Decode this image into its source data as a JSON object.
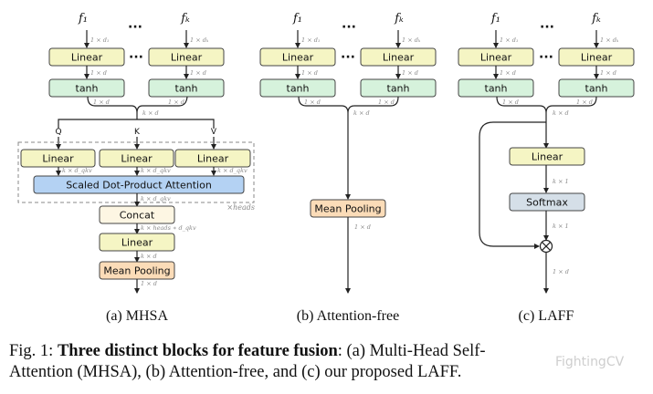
{
  "colors": {
    "linear_fill": "#f5f5c4",
    "tanh_fill": "#d6f2dc",
    "attention_fill": "#b4d2f3",
    "concat_fill": "#fdf6e3",
    "meanpool_fill": "#fbdcb8",
    "softmax_fill": "#d5dfe8",
    "stroke": "#444444"
  },
  "labels": {
    "f1": "f₁",
    "fk": "fₖ",
    "ellipsis": "···",
    "linear": "Linear",
    "tanh": "tanh",
    "attention": "Scaled Dot-Product Attention",
    "concat": "Concat",
    "mean_pooling": "Mean Pooling",
    "softmax": "Softmax",
    "q": "Q",
    "k": "K",
    "v": "V",
    "heads": "×heads"
  },
  "dims": {
    "d1": "1 × d₁",
    "dk": "1 × dₖ",
    "one_d": "1 × d",
    "k_d": "k × d",
    "k_dqkv": "k × d_qkv",
    "k_heads_dqkv": "k × heads ∗ d_qkv",
    "k_1": "k × 1"
  },
  "subcaptions": {
    "a": "(a)  MHSA",
    "b": "(b)  Attention-free",
    "c": "(c)  LAFF"
  },
  "caption": {
    "prefix": "Fig. 1: ",
    "bold": "Three distinct blocks for feature fusion",
    "rest_line1": ": (a) Multi-Head Self-",
    "line2": "Attention (MHSA), (b) Attention-free, and (c) our proposed LAFF."
  },
  "watermark": "FightingCV"
}
